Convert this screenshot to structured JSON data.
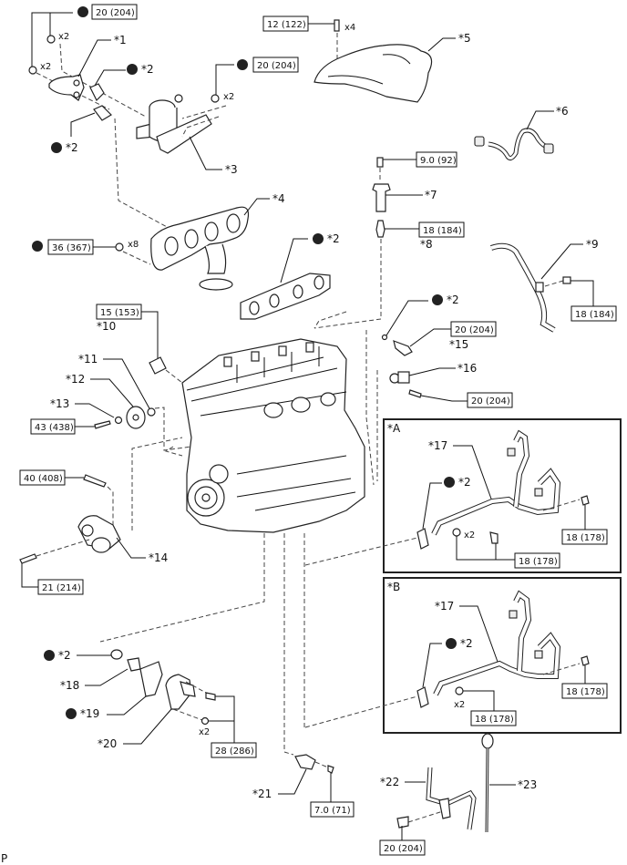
{
  "diagram": {
    "title": "Engine assembly components",
    "footer_code": "P",
    "torques": {
      "t_nuts_bracket": "20 (204)",
      "t_heat_insulator": "12 (122)",
      "t_bypass_nut": "20 (204)",
      "t_coil": "9.0 (92)",
      "t_plug": "18 (184)",
      "t_manifold": "36 (367)",
      "t_pipe9": "18 (184)",
      "t_sensor10": "15 (153)",
      "t_sensor15": "20 (204)",
      "t_sensor16": "20 (204)",
      "t_idler": "43 (438)",
      "t_tensioner_top": "40 (408)",
      "t_tensioner_bottom": "21 (214)",
      "t_A_right": "18 (178)",
      "t_A_bottom": "18 (178)",
      "t_B_right": "18 (178)",
      "t_B_bottom": "18 (178)",
      "t_water_outlet": "28 (286)",
      "t_bracket21": "7.0 (71)",
      "t_guide22": "20 (204)"
    },
    "callouts": {
      "c1": "*1",
      "c2": "*2",
      "c3": "*3",
      "c4": "*4",
      "c5": "*5",
      "c6": "*6",
      "c7": "*7",
      "c8": "*8",
      "c9": "*9",
      "c10": "*10",
      "c11": "*11",
      "c12": "*12",
      "c13": "*13",
      "c14": "*14",
      "c15": "*15",
      "c16": "*16",
      "c17": "*17",
      "c18": "*18",
      "c19": "*19",
      "c20": "*20",
      "c21": "*21",
      "c22": "*22",
      "c23": "*23"
    },
    "quantities": {
      "x2": "x2",
      "x4": "x4",
      "x8": "x8"
    },
    "insets": {
      "a": "*A",
      "b": "*B"
    },
    "legend_icons": {
      "dot": "non-reusable-part-icon"
    }
  }
}
